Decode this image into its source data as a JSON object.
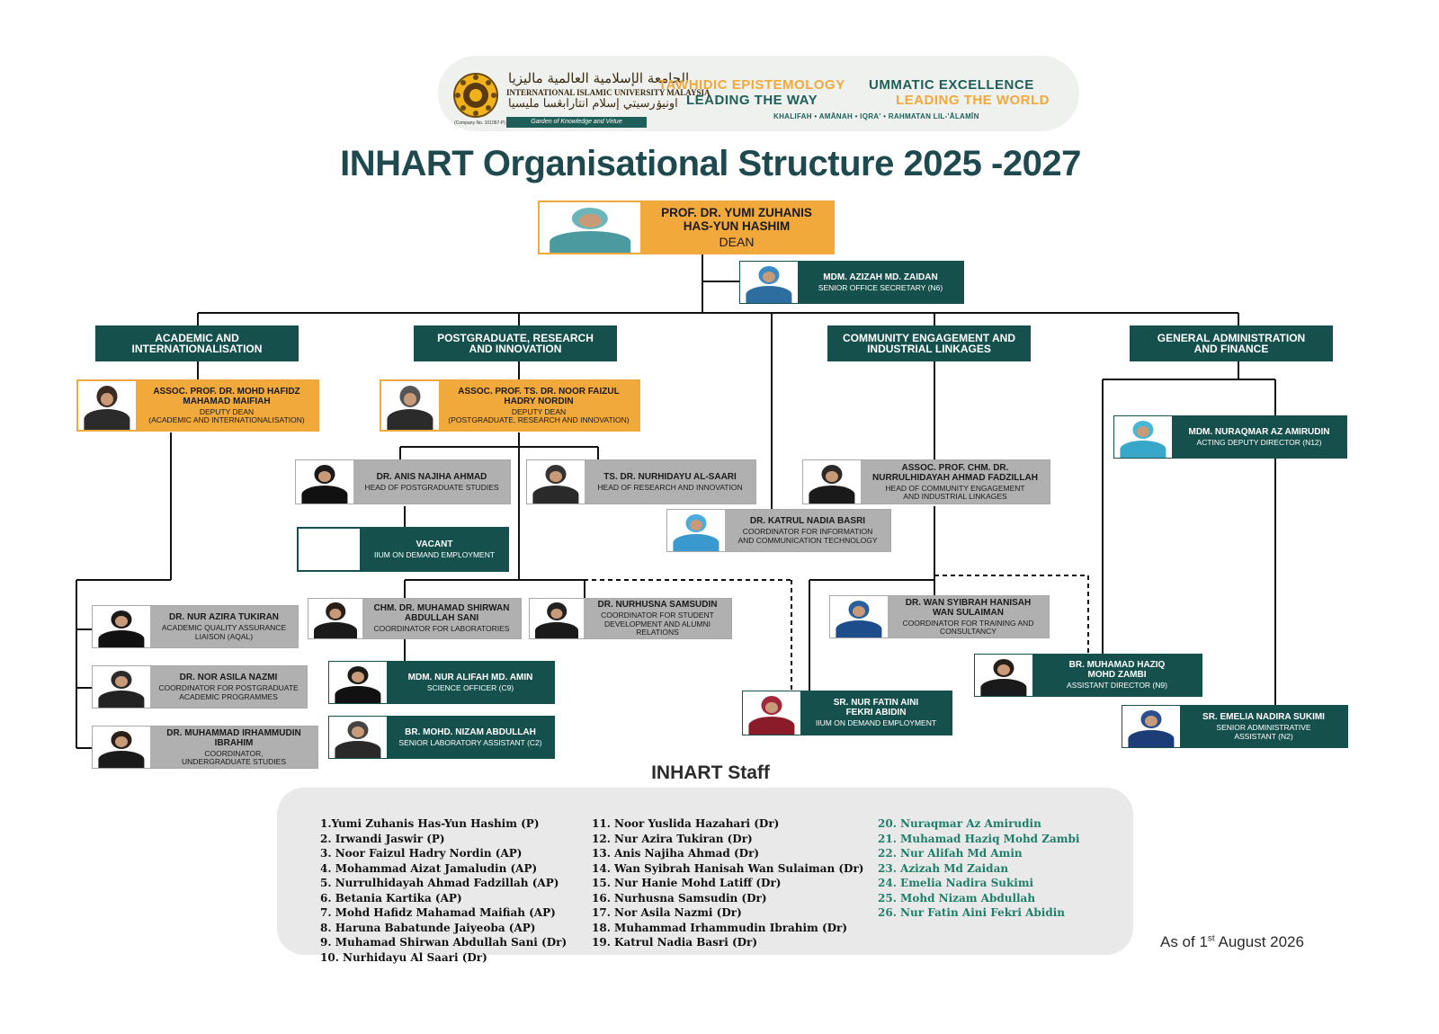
{
  "banner": {
    "uni_name_ar": "الجامعة الإسلامية العالمية ماليزيا",
    "uni_name_en": "INTERNATIONAL ISLAMIC UNIVERSITY MALAYSIA",
    "uni_name_jawi": "اونيۏرسيتي إسلام انتارابڠسا مليسيا",
    "uni_tagline": "Garden of Knowledge and Virtue",
    "uni_established": "(Company No. 101067-P)",
    "slogan1_line1": "TAWHIDIC EPISTEMOLOGY",
    "slogan1_line2": "LEADING THE WAY",
    "slogan2_line1": "UMMATIC EXCELLENCE",
    "slogan2_line2": "LEADING THE WORLD",
    "motto": "KHALIFAH • AMĀNAH • IQRA' • RAHMATAN LIL-'ĀLAMĪN",
    "color_gold": "#f2a93b",
    "color_teal": "#16504d"
  },
  "title": "INHART Organisational Structure 2025 -2027",
  "departments": {
    "academic": "ACADEMIC AND\nINTERNATIONALISATION",
    "postgrad": "POSTGRADUATE, RESEARCH\nAND INNOVATION",
    "community": "COMMUNITY ENGAGEMENT AND\nINDUSTRIAL LINKAGES",
    "admin": "GENERAL ADMINISTRATION\nAND FINANCE"
  },
  "people": {
    "dean": {
      "name": "PROF. DR. YUMI ZUHANIS\nHAS-YUN HASHIM",
      "role": "DEAN"
    },
    "secretary": {
      "name": "MDM. AZIZAH MD. ZAIDAN",
      "role": "SENIOR OFFICE SECRETARY (N6)"
    },
    "dd_academic": {
      "name": "ASSOC. PROF. DR. MOHD HAFIDZ\nMAHAMAD MAIFIAH",
      "role": "DEPUTY DEAN\n(ACADEMIC AND INTERNATIONALISATION)"
    },
    "dd_research": {
      "name": "ASSOC. PROF. TS. DR. NOOR FAIZUL\nHADRY NORDIN",
      "role": "DEPUTY DEAN\n(POSTGRADUATE, RESEARCH AND INNOVATION)"
    },
    "anis": {
      "name": "DR.  ANIS NAJIHA AHMAD",
      "role": "HEAD OF POSTGRADUATE STUDIES"
    },
    "nurhidayu": {
      "name": "TS. DR. NURHIDAYU AL-SAARI",
      "role": "HEAD OF RESEARCH AND INNOVATION"
    },
    "vacant": {
      "name": "VACANT",
      "role": "IIUM ON DEMAND EMPLOYMENT"
    },
    "katrul": {
      "name": "DR. KATRUL NADIA BASRI",
      "role": "COORDINATOR FOR INFORMATION\nAND COMMUNICATION TECHNOLOGY"
    },
    "nurrul": {
      "name": "ASSOC. PROF. CHM. DR.\nNURRULHIDAYAH AHMAD FADZILLAH",
      "role": "HEAD OF COMMUNITY ENGAGEMENT\nAND INDUSTRIAL LINKAGES"
    },
    "nuraqmar": {
      "name": "MDM. NURAQMAR AZ AMIRUDIN",
      "role": "ACTING DEPUTY DIRECTOR (N12)"
    },
    "nurazira": {
      "name": "DR. NUR AZIRA TUKIRAN",
      "role": "ACADEMIC QUALITY ASSURANCE\nLIAISON (AQAL)"
    },
    "norasila": {
      "name": "DR. NOR ASILA NAZMI",
      "role": "COORDINATOR FOR POSTGRADUATE\nACADEMIC PROGRAMMES"
    },
    "irhammudin": {
      "name": "DR. MUHAMMAD IRHAMMUDIN\nIBRAHIM",
      "role": "COORDINATOR,\nUNDERGRADUATE STUDIES"
    },
    "shirwan": {
      "name": "CHM. DR. MUHAMAD SHIRWAN\nABDULLAH SANI",
      "role": "COORDINATOR FOR LABORATORIES"
    },
    "nurhusna": {
      "name": "DR. NURHUSNA SAMSUDIN",
      "role": "COORDINATOR FOR STUDENT\nDEVELOPMENT AND ALUMNI\nRELATIONS"
    },
    "alifah": {
      "name": "MDM. NUR ALIFAH MD. AMIN",
      "role": "SCIENCE OFFICER (C9)"
    },
    "nizam": {
      "name": "BR. MOHD. NIZAM ABDULLAH",
      "role": "SENIOR LABORATORY ASSISTANT (C2)"
    },
    "wan": {
      "name": "DR. WAN SYIBRAH HANISAH\nWAN SULAIMAN",
      "role": "COORDINATOR FOR TRAINING AND\nCONSULTANCY"
    },
    "haziq": {
      "name": "BR. MUHAMAD HAZIQ\nMOHD ZAMBI",
      "role": "ASSISTANT DIRECTOR (N9)"
    },
    "fatin": {
      "name": "SR. NUR FATIN AINI\nFEKRI ABIDIN",
      "role": "IIUM ON DEMAND EMPLOYMENT"
    },
    "emelia": {
      "name": "SR. EMELIA NADIRA SUKIMI",
      "role": "SENIOR ADMINISTRATIVE\nASSISTANT (N2)"
    }
  },
  "staff": {
    "heading": "INHART Staff",
    "col1": [
      "1.Yumi Zuhanis Has-Yun Hashim (P)",
      "2. Irwandi Jaswir (P)",
      "3. Noor Faizul Hadry Nordin (AP)",
      "4. Mohammad Aizat Jamaludin (AP)",
      "5. Nurrulhidayah Ahmad Fadzillah (AP)",
      "6. Betania Kartika (AP)",
      "7. Mohd Hafidz Mahamad Maifiah (AP)",
      "8. Haruna Babatunde Jaiyeoba (AP)",
      "9. Muhamad Shirwan Abdullah Sani (Dr)",
      "10. Nurhidayu Al Saari (Dr)"
    ],
    "col2": [
      "11. Noor Yuslida Hazahari (Dr)",
      "12. Nur Azira Tukiran (Dr)",
      "13. Anis Najiha Ahmad (Dr)",
      "14. Wan Syibrah Hanisah Wan Sulaiman (Dr)",
      "15. Nur Hanie Mohd Latiff (Dr)",
      "16. Nurhusna Samsudin (Dr)",
      "17. Nor Asila Nazmi (Dr)",
      "18. Muhammad Irhammudin Ibrahim (Dr)",
      "19. Katrul Nadia Basri (Dr)"
    ],
    "col3": [
      "20. Nuraqmar Az Amirudin",
      "21. Muhamad Haziq Mohd Zambi",
      "22. Nur Alifah Md Amin",
      "23. Azizah Md Zaidan",
      "24. Emelia Nadira Sukimi",
      "25. Mohd Nizam Abdullah",
      "26. Nur Fatin Aini Fekri Abidin"
    ]
  },
  "as_of": {
    "prefix": "As of 1",
    "sup": "st",
    "suffix": " August 2026"
  }
}
